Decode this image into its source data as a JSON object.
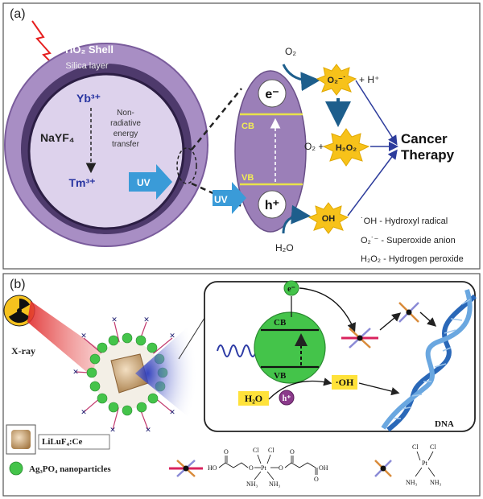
{
  "panel_a": {
    "label": "(a)",
    "shell_title": "TiO₂ Shell",
    "silica_label": "Silica layer",
    "yb_label": "Yb³⁺",
    "nayf4_label": "NaYF₄",
    "nonrad_line1": "Non-",
    "nonrad_line2": "radiative",
    "nonrad_line3": "energy",
    "nonrad_line4": "transfer",
    "tm_label": "Tm³⁺",
    "uv_label": "UV",
    "uv_label_2": "UV",
    "cb_label": "CB",
    "vb_label": "VB",
    "electron_label": "e⁻",
    "hole_label": "h⁺",
    "o2_label": "O₂",
    "o2_radical_label": "O₂⁻˙",
    "h_plus_label": "+ H⁺",
    "o2_plus_label": "O₂ +",
    "h2o2_label": "H₂O₂",
    "oh_label": "OH",
    "h2o_label": "H₂O",
    "cancer_line1": "Cancer",
    "cancer_line2": "Therapy",
    "legend": [
      "˙OH - Hydroxyl radical",
      "O₂˙⁻ - Superoxide anion",
      "H₂O₂ - Hydrogen peroxide"
    ]
  },
  "panel_b": {
    "label": "(b)",
    "xray_label": "X-ray",
    "cb_label": "CB",
    "vb_label": "VB",
    "electron_label": "e⁻",
    "hole_label": "h⁺",
    "h2o_label": "H₂O",
    "oh_label": "·OH",
    "dna_label": "DNA",
    "legend_core": "LiLuF₄:Ce",
    "legend_ag": "Ag₃PO₄ nanoparticles",
    "pt_iv_formula": {
      "ho_left": "HO",
      "ho_right": "OH",
      "cl1": "Cl",
      "cl2": "Cl",
      "pt": "Pt",
      "nh3_1": "NH₃",
      "nh3_2": "NH₃",
      "o": "O"
    },
    "pt_ii_formula": {
      "cl1": "Cl",
      "cl2": "Cl",
      "pt": "Pt",
      "nh3_1": "NH₃",
      "nh3_2": "NH₃"
    }
  },
  "colors": {
    "purple_shell": "#9b7fb8",
    "purple_dark": "#3a2a55",
    "light_lavender": "#ddd2ec",
    "uv_blue": "#3a9bd8",
    "green_np": "#44c44a",
    "star_yellow": "#f7c21a",
    "label_yellow": "#ffe23a"
  }
}
